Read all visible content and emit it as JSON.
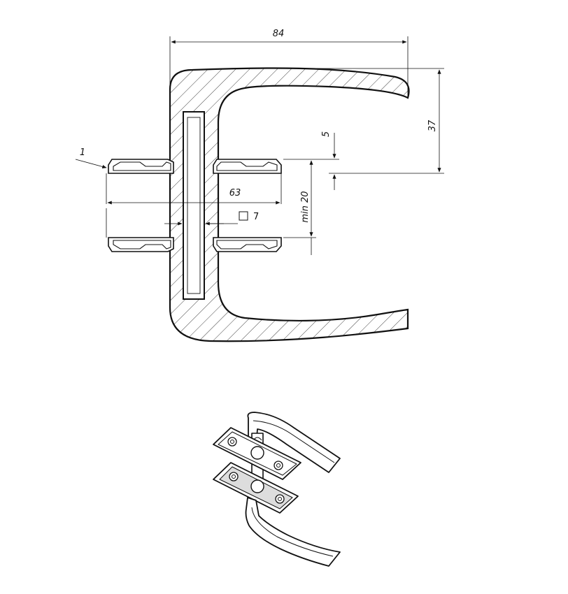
{
  "dimensions": {
    "overall_width": "84",
    "height": "37",
    "offset": "5",
    "rosette_width": "63",
    "min_door": "min 20",
    "square_spindle": "7",
    "callout": "1"
  },
  "icons": {
    "square_spindle_symbol": "square-outline-icon"
  }
}
